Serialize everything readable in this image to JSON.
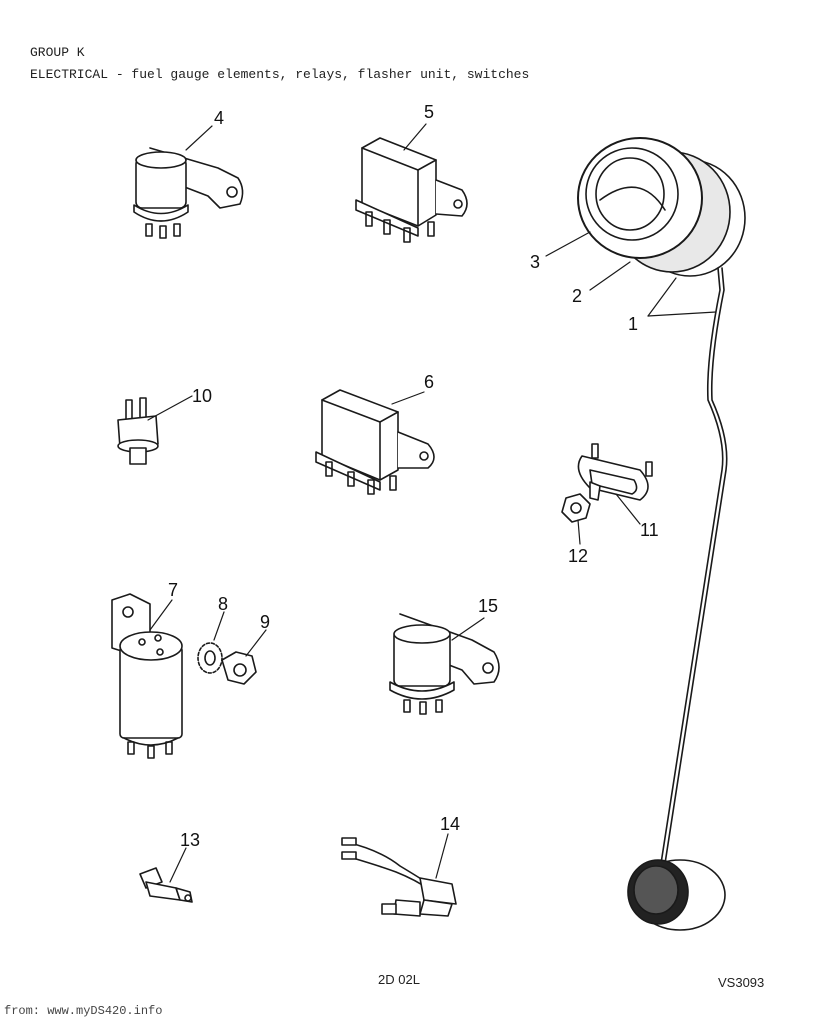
{
  "header": {
    "group": "GROUP K",
    "title": "ELECTRICAL - fuel gauge elements, relays, flasher unit, switches"
  },
  "footer": {
    "plate": "2D 02L",
    "ref": "VS3093",
    "source": "from: www.myDS420.info"
  },
  "callouts": [
    "1",
    "2",
    "3",
    "4",
    "5",
    "6",
    "7",
    "8",
    "9",
    "10",
    "11",
    "12",
    "13",
    "14",
    "15"
  ]
}
